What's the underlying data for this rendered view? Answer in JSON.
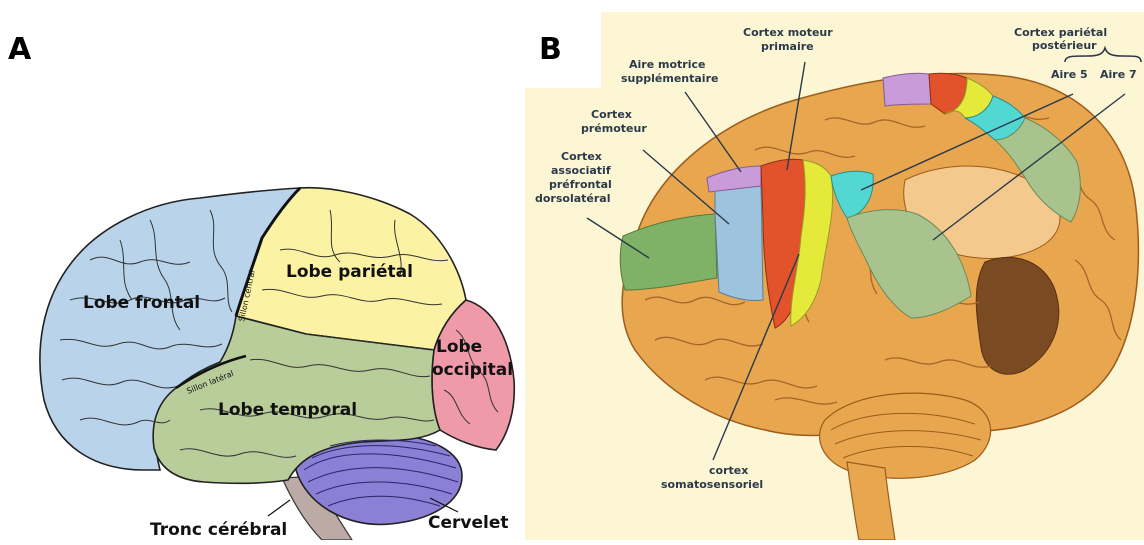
{
  "panel_a": {
    "letter": "A",
    "lobes": {
      "frontal": "Lobe frontal",
      "parietal": "Lobe pariétal",
      "occipital_line1": "Lobe",
      "occipital_line2": "occipital",
      "temporal": "Lobe temporal"
    },
    "sulci": {
      "central": "Sillon central",
      "lateral": "Sillon latéral"
    },
    "structures": {
      "brainstem": "Tronc cérébral",
      "cerebellum": "Cervelet"
    },
    "colors": {
      "frontal": "#b9d4ea",
      "parietal": "#fbf3a3",
      "occipital": "#ef9aa8",
      "temporal": "#b9cd9a",
      "cerebellum": "#8b7fd6",
      "brainstem": "#bcaaa4"
    }
  },
  "panel_b": {
    "letter": "B",
    "labels": {
      "motor_l1": "Cortex moteur",
      "motor_l2": "primaire",
      "sma_l1": "Aire motrice",
      "sma_l2": "supplémentaire",
      "premotor_l1": "Cortex",
      "premotor_l2": "prémoteur",
      "dlpfc_l1": "Cortex",
      "dlpfc_l2": "associatif",
      "dlpfc_l3": "préfrontal",
      "dlpfc_l4": "dorsolatéral",
      "ppc_l1": "Cortex pariétal",
      "ppc_l2": "postérieur",
      "area5": "Aire 5",
      "area7": "Aire 7",
      "somato_l1": "cortex",
      "somato_l2": "somatosensoriel"
    },
    "colors": {
      "background": "#fdf6d4",
      "brain": "#e8a64f",
      "motor": "#e2532b",
      "somatosensory": "#e4e93a",
      "premotor": "#9ec3dc",
      "sma": "#c99bd8",
      "dlpfc": "#7fb266",
      "area5": "#52d7d3",
      "area7": "#a8c38e"
    }
  }
}
